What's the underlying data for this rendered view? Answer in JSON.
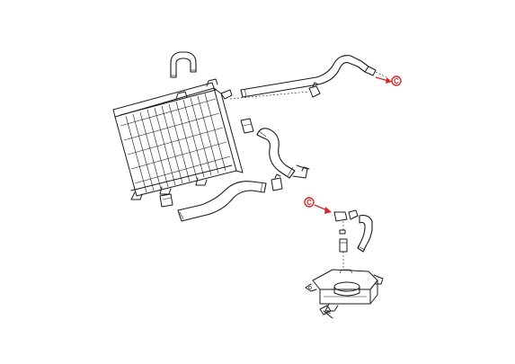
{
  "colors": {
    "line": "#1a1a1a",
    "ref_marker": "#d62828",
    "background": "#ffffff"
  },
  "references": [
    {
      "id": "ref-c-upper",
      "label": "C"
    },
    {
      "id": "ref-c-lower",
      "label": "C"
    }
  ]
}
